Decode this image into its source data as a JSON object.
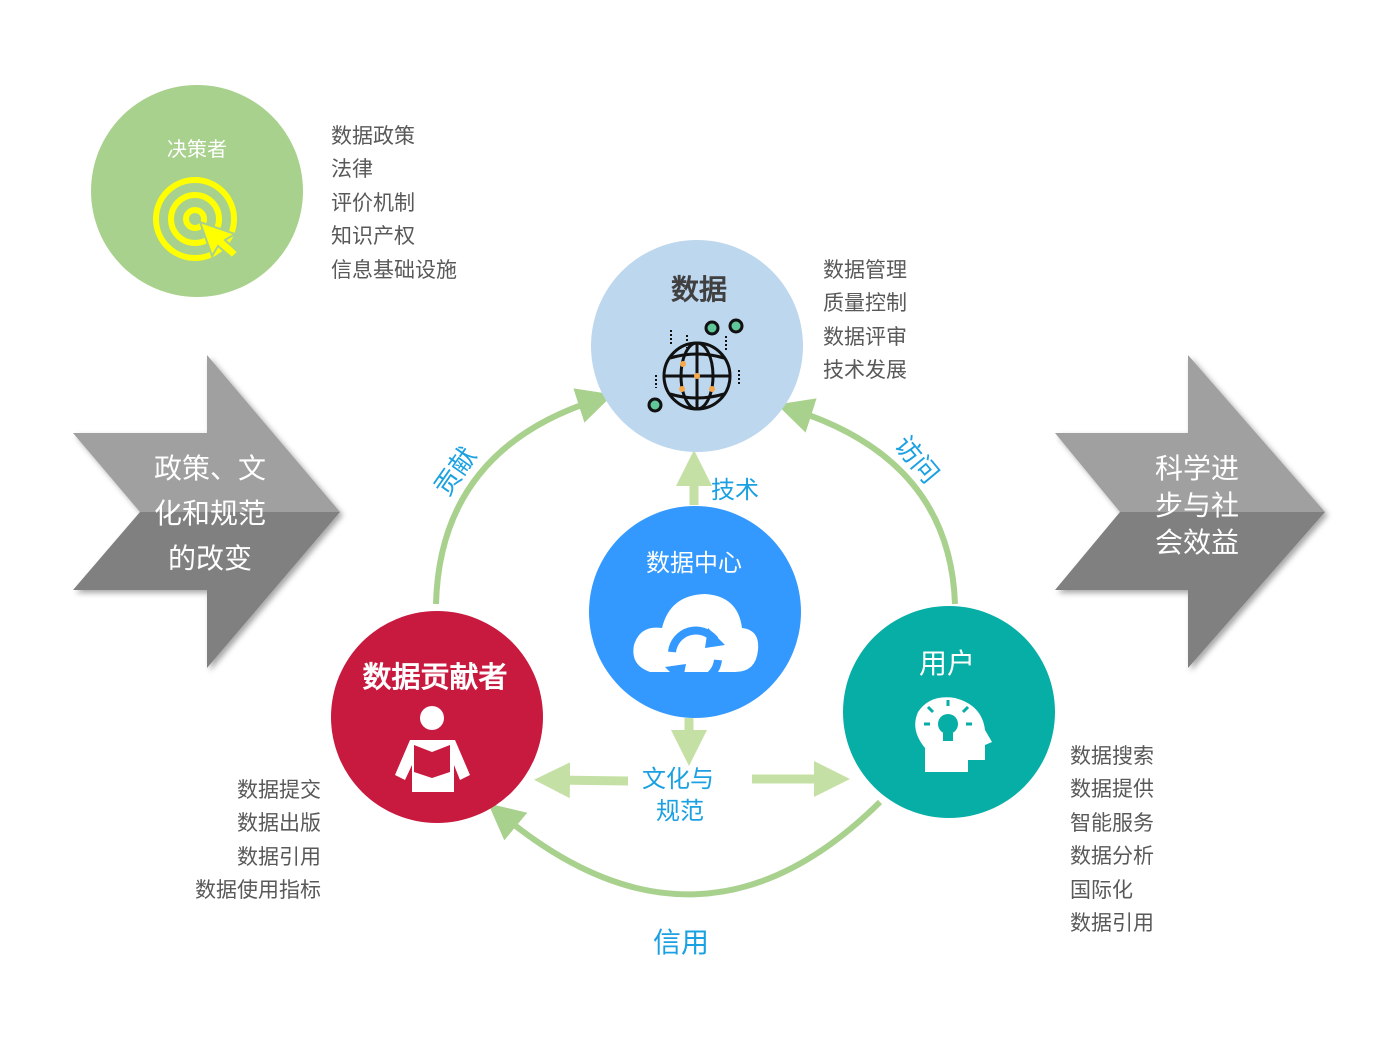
{
  "decision_makers": {
    "title": "决策者",
    "icon": "target-cursor-icon",
    "items": [
      "数据政策",
      "法律",
      "评价机制",
      "知识产权",
      "信息基础设施"
    ],
    "color": "#a9d18e"
  },
  "data": {
    "title": "数据",
    "icon": "globe-network-icon",
    "items": [
      "数据管理",
      "质量控制",
      "数据评审",
      "技术发展"
    ],
    "color": "#bdd7ee"
  },
  "data_center": {
    "title": "数据中心",
    "icon": "cloud-sync-icon",
    "color": "#3399ff"
  },
  "contributors": {
    "title": "数据贡献者",
    "icon": "reader-icon",
    "items": [
      "数据提交",
      "数据出版",
      "数据引用",
      "数据使用指标"
    ],
    "color": "#c8193f"
  },
  "users": {
    "title": "用户",
    "icon": "head-lightbulb-icon",
    "items": [
      "数据搜索",
      "数据提供",
      "智能服务",
      "数据分析",
      "国际化",
      "数据引用"
    ],
    "color": "#06aea6"
  },
  "flows": {
    "contribute": "贡献",
    "access": "访问",
    "technology": "技术",
    "culture_line1": "文化与",
    "culture_line2": "规范",
    "credit": "信用"
  },
  "left_arrow": {
    "lines": [
      "政策、文",
      "化和规范",
      "的改变"
    ]
  },
  "right_arrow": {
    "lines": [
      "科学进",
      "步与社",
      "会效益"
    ]
  }
}
